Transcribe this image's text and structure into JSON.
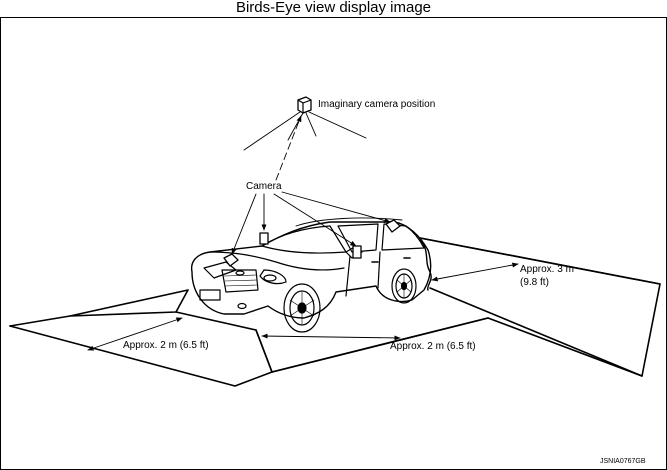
{
  "title": "Birds-Eye view display image",
  "labels": {
    "imaginary_camera": "Imaginary camera position",
    "camera": "Camera",
    "front_distance": "Approx. 2 m (6.5 ft)",
    "side_distance": "Approx. 2 m (6.5 ft)",
    "rear_distance_line1": "Approx. 3 m",
    "rear_distance_line2": "(9.8 ft)"
  },
  "reference_code": "JSNIA0767GB"
}
